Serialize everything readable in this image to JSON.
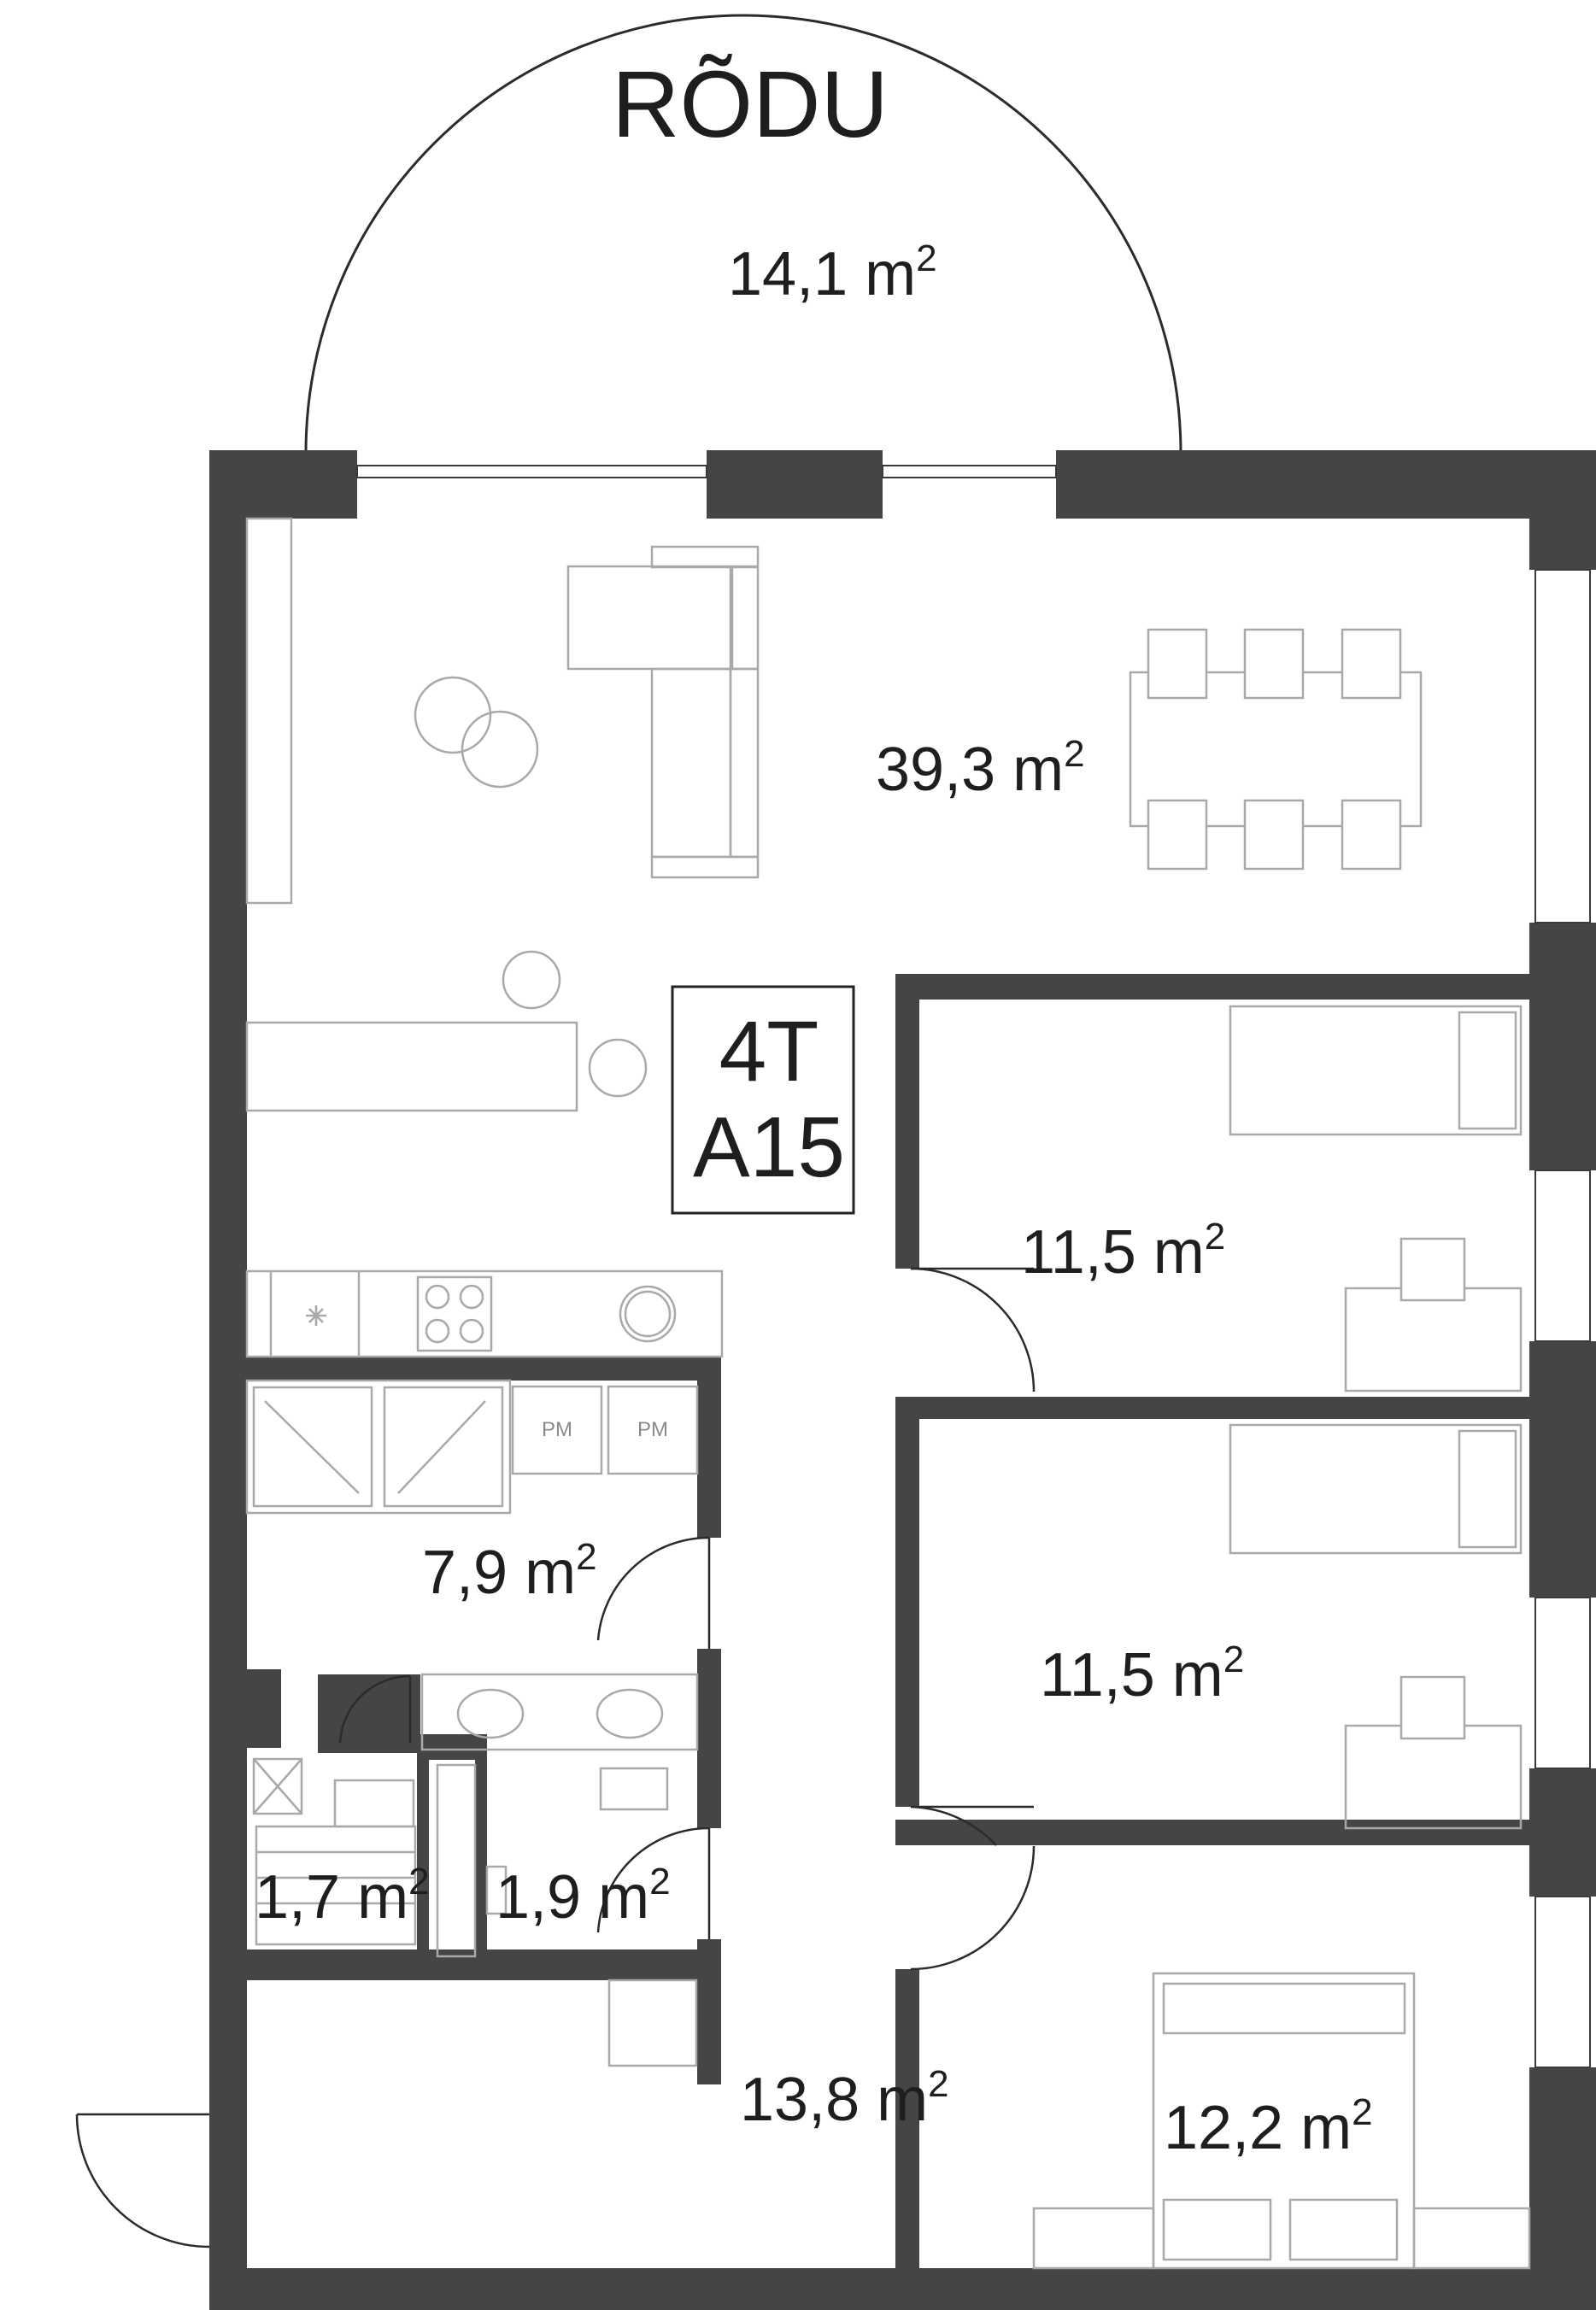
{
  "plan": {
    "balcony": {
      "name": "RÕDU",
      "area": "14,1 m",
      "sup": "2"
    },
    "unit": {
      "line1": "4T",
      "line2": "A15"
    },
    "rooms": [
      {
        "id": "living",
        "area": "39,3 m",
        "sup": "2"
      },
      {
        "id": "bedroom-1",
        "area": "11,5 m",
        "sup": "2"
      },
      {
        "id": "bedroom-2",
        "area": "11,5 m",
        "sup": "2"
      },
      {
        "id": "bedroom-3",
        "area": "12,2 m",
        "sup": "2"
      },
      {
        "id": "utility",
        "area": "7,9 m",
        "sup": "2"
      },
      {
        "id": "sauna",
        "area": "1,7 m",
        "sup": "2"
      },
      {
        "id": "bathroom",
        "area": "1,9 m",
        "sup": "2"
      },
      {
        "id": "hall",
        "area": "13,8 m",
        "sup": "2"
      }
    ],
    "appliance_label": "PM"
  }
}
